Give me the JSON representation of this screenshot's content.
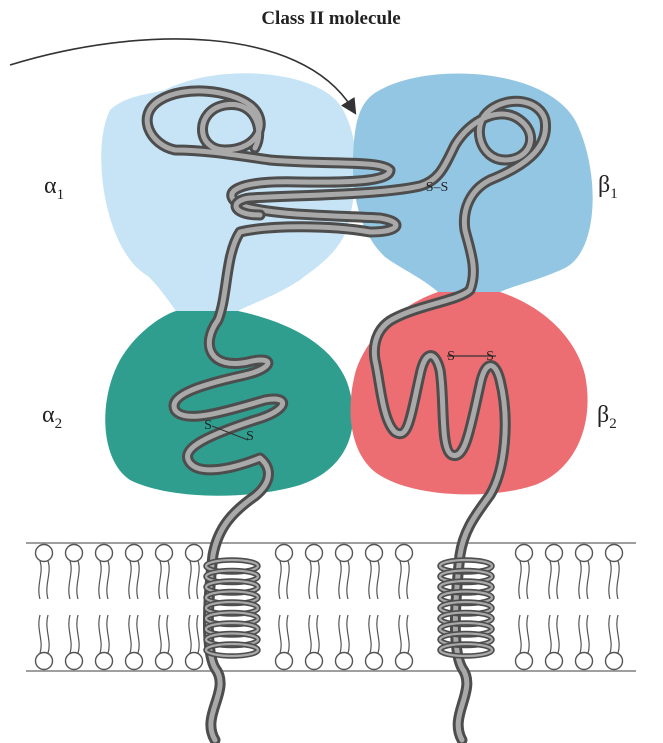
{
  "title": "Class II molecule",
  "domains": {
    "alpha1": {
      "symbol": "α",
      "sub": "1",
      "color": "#c6e4f5"
    },
    "beta1": {
      "symbol": "β",
      "sub": "1",
      "color": "#93c6e2"
    },
    "alpha2": {
      "symbol": "α",
      "sub": "2",
      "color": "#2f9e8f"
    },
    "beta2": {
      "symbol": "β",
      "sub": "2",
      "color": "#ec6e73"
    }
  },
  "disulfide_bonds": {
    "beta1": "S–S",
    "beta2": {
      "left": "S",
      "right": "S"
    },
    "alpha2": {
      "upper": "S",
      "lower": "S"
    }
  },
  "membrane": {
    "color": "#ffffff",
    "edge_color": "#666666"
  },
  "chain_color": "#a9a9a9"
}
